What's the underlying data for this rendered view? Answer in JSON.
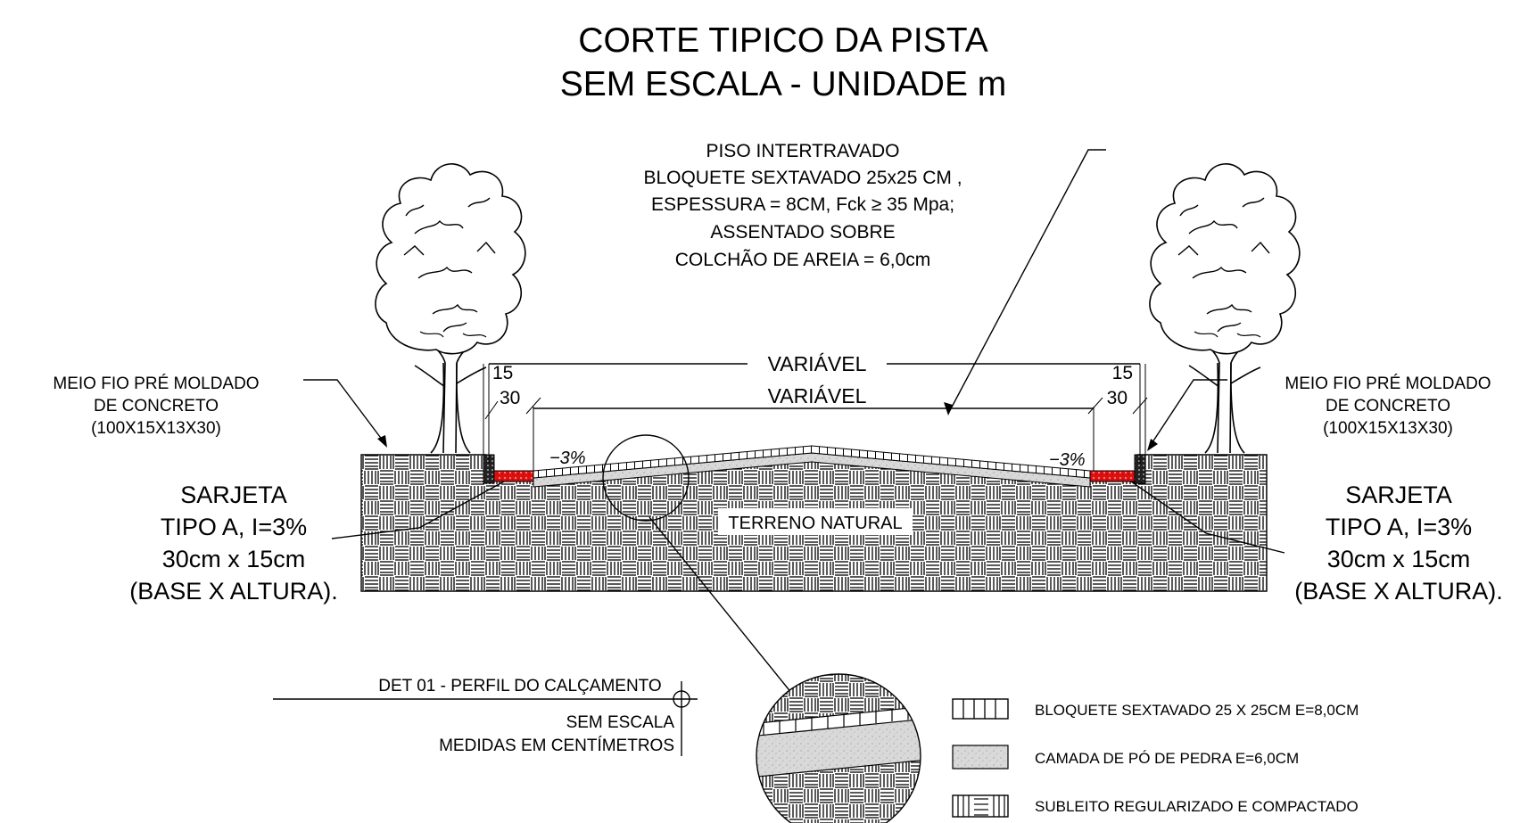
{
  "title": {
    "line1": "CORTE   TIPICO   DA   PISTA",
    "line2": "SEM ESCALA -  UNIDADE m"
  },
  "pavement_note": [
    "PISO  INTERTRAVADO",
    "BLOQUETE  SEXTAVADO 25x25 CM ,",
    "ESPESSURA = 8CM, Fck ≥ 35 Mpa;",
    "ASSENTADO  SOBRE",
    "COLCHÃO DE  AREIA = 6,0cm"
  ],
  "curb_left": [
    "MEIO FIO PRÉ MOLDADO",
    "DE CONCRETO",
    "(100X15X13X30)"
  ],
  "curb_right": [
    "MEIO FIO PRÉ MOLDADO",
    "DE CONCRETO",
    "(100X15X13X30)"
  ],
  "gutter_left": [
    "SARJETA",
    "TIPO A, I=3%",
    "30cm x 15cm",
    "(BASE X ALTURA)."
  ],
  "gutter_right": [
    "SARJETA",
    "TIPO A, I=3%",
    "30cm x 15cm",
    "(BASE X ALTURA)."
  ],
  "dimensions": {
    "width_outer": "VARIÁVEL",
    "width_inner": "VARIÁVEL",
    "curb_width_left": "15",
    "gutter_width_left": "30",
    "curb_width_right": "15",
    "gutter_width_right": "30",
    "slope_left": "−3%",
    "slope_right": "−3%"
  },
  "ground_label": "TERRENO  NATURAL",
  "detail": {
    "title": "DET 01 - PERFIL DO CALÇAMENTO",
    "scale": "SEM ESCALA",
    "units": "MEDIDAS EM CENTÍMETROS"
  },
  "legend": [
    {
      "swatch": "hexagonal-block-hatch",
      "label": "BLOQUETE SEXTAVADO 25 X 25CM E=8,0CM"
    },
    {
      "swatch": "stone-dust-fill",
      "label": "CAMADA DE PÓ DE PEDRA E=6,0CM"
    },
    {
      "swatch": "subgrade-hatch",
      "label": "SUBLEITO REGULARIZADO E COMPACTADO"
    }
  ],
  "colors": {
    "line": "#000000",
    "stone_dust": "#d9d9d9",
    "gutter": "#e01010",
    "background": "#ffffff"
  }
}
